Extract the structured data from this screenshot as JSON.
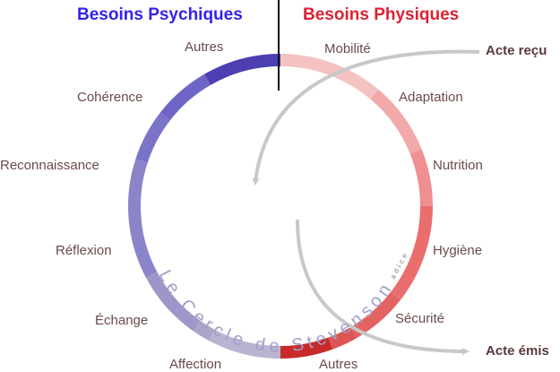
{
  "headers": {
    "psychic": "Besoins Psychiques",
    "physical": "Besoins Physiques"
  },
  "colors": {
    "psychic": "#3322ee",
    "physical": "#dd2233",
    "arrow": "#c8c8c8",
    "divider": "#111111"
  },
  "psychic_labels": [
    "Autres",
    "Cohérence",
    "Reconnaissance",
    "Réflexion",
    "Échange",
    "Affection"
  ],
  "physical_labels": [
    "Mobilité",
    "Adaptation",
    "Nutrition",
    "Hygiène",
    "Sécurité",
    "Autres"
  ],
  "arrows": {
    "received": "Acte reçu",
    "emitted": "Acte émis"
  },
  "title_arc": "Le Cercle de Stevenson",
  "brand": "adice",
  "left_segments": [
    "#4b3fb2",
    "#6e66c6",
    "#7a74c8",
    "#8a84c8",
    "#9c97c8",
    "#aba6c9",
    "#b9b5d1"
  ],
  "right_segments": [
    "#f5c2c2",
    "#f2a9a9",
    "#ef8f8f",
    "#ea6e6e",
    "#e36262",
    "#dc5656",
    "#c72a2a"
  ]
}
